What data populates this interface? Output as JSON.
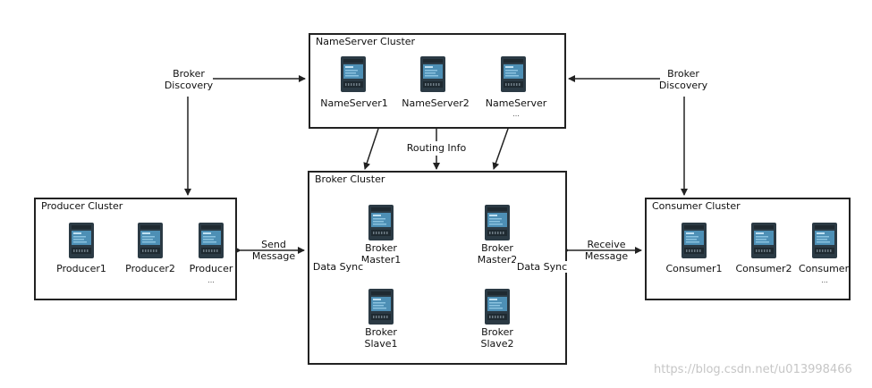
{
  "nameserver_cluster": {
    "title": "NameServer Cluster",
    "nodes": [
      "NameServer1",
      "NameServer2",
      "NameServer"
    ],
    "ellipsis": "..."
  },
  "producer_cluster": {
    "title": "Producer Cluster",
    "nodes": [
      "Producer1",
      "Producer2",
      "Producer"
    ],
    "ellipsis": "..."
  },
  "broker_cluster": {
    "title": "Broker Cluster",
    "master1": [
      "Broker",
      "Master1"
    ],
    "master2": [
      "Broker",
      "Master2"
    ],
    "slave1": [
      "Broker",
      "Slave1"
    ],
    "slave2": [
      "Broker",
      "Slave2"
    ]
  },
  "consumer_cluster": {
    "title": "Consumer Cluster",
    "nodes": [
      "Consumer1",
      "Consumer2",
      "Consumer"
    ],
    "ellipsis": "..."
  },
  "labels": {
    "broker_discovery_left": [
      "Broker",
      "Discovery"
    ],
    "broker_discovery_right": [
      "Broker",
      "Discovery"
    ],
    "routing_info": "Routing Info",
    "send_message": [
      "Send",
      "Message"
    ],
    "receive_message": [
      "Receive",
      "Message"
    ],
    "data_sync_left": "Data Sync",
    "data_sync_right": "Data Sync"
  },
  "watermark": "https://blog.csdn.net/u013998466",
  "colors": {
    "server_body": "#2b3a44",
    "server_panel": "#4d8fb5",
    "line": "#222222"
  }
}
